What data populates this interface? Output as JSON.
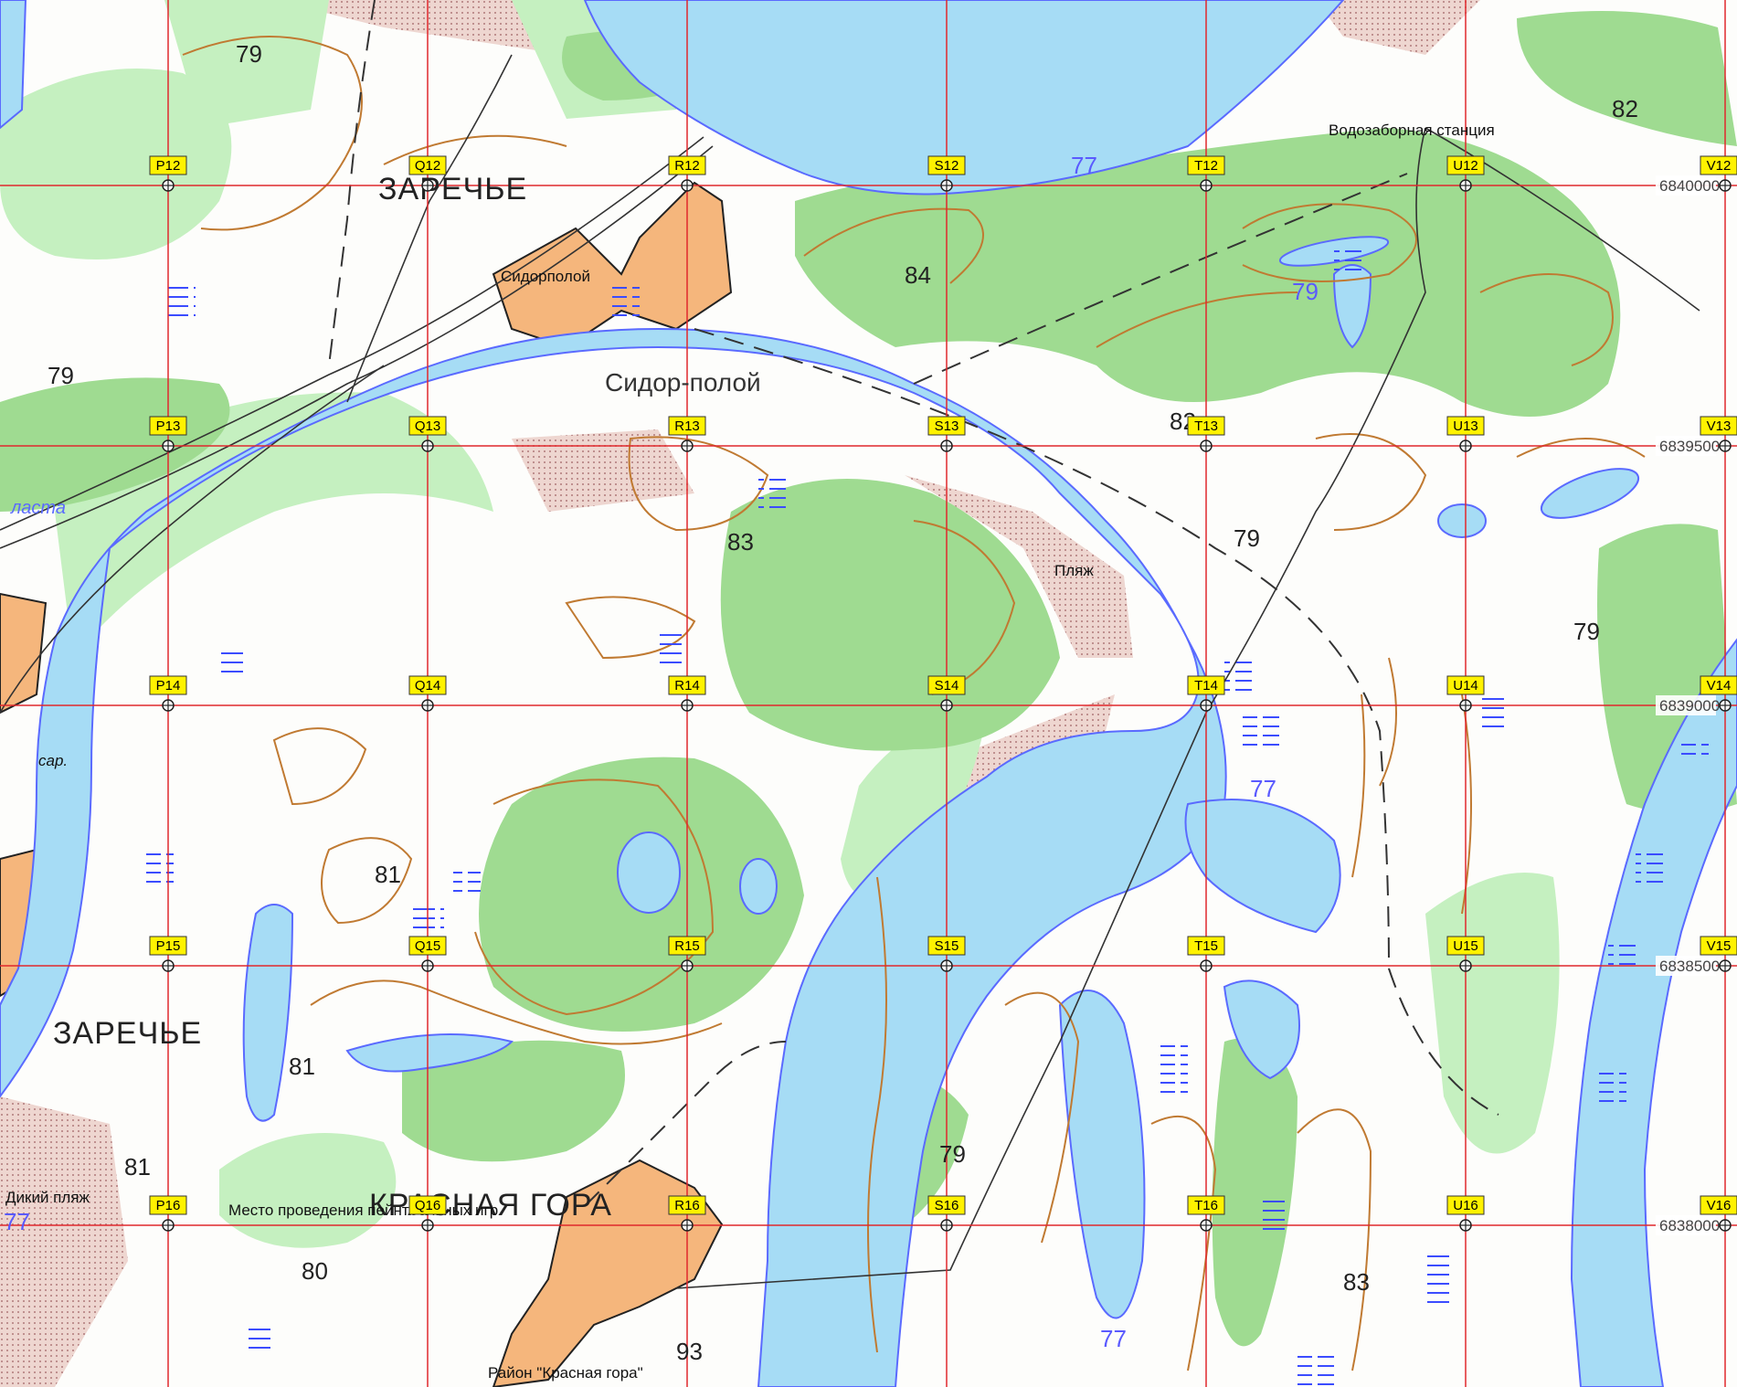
{
  "colors": {
    "water": "#a6dcf5",
    "water_edge": "#5a6aff",
    "forest": "#9fdb91",
    "meadow": "#c5f0c0",
    "sand": "#e8c8c0",
    "settlement": "#f5b67c",
    "contour": "#c07a32",
    "grid": "#e0282d",
    "label_bg": "#fff200"
  },
  "grid": {
    "columns": [
      "P",
      "Q",
      "R",
      "S",
      "T",
      "U",
      "V"
    ],
    "rows": [
      "12",
      "13",
      "14",
      "15",
      "16"
    ],
    "northings": [
      "6840000",
      "6839500",
      "6839000",
      "6838500",
      "6838000"
    ]
  },
  "places": [
    {
      "id": "zarechye-north",
      "text": "ЗАРЕЧЬЕ",
      "kind": "settlement"
    },
    {
      "id": "zarechye-south",
      "text": "ЗАРЕЧЬЕ",
      "kind": "settlement"
    },
    {
      "id": "krasnaya-gora",
      "text": "КРАСНАЯ ГОРА",
      "kind": "settlement"
    }
  ],
  "labels": [
    {
      "id": "sidor-poloy-river",
      "text": "Сидор-полой",
      "kind": "river"
    },
    {
      "id": "sidorpoloy-village",
      "text": "Сидорполой",
      "kind": "poi"
    },
    {
      "id": "vodozabornaya",
      "text": "Водозаборная станция",
      "kind": "poi"
    },
    {
      "id": "beach",
      "text": "Пляж",
      "kind": "poi"
    },
    {
      "id": "wild-beach",
      "text": "Дикий пляж",
      "kind": "poi"
    },
    {
      "id": "paintball",
      "text": "Место проведения пейнтбольных игр",
      "kind": "poi"
    },
    {
      "id": "rayon-krasnaya-gora",
      "text": "Район \"Красная гора\"",
      "kind": "poi"
    },
    {
      "id": "protoka",
      "text": "ласта",
      "kind": "river"
    },
    {
      "id": "sar",
      "text": "сар.",
      "kind": "poi"
    }
  ],
  "elevations": [
    {
      "id": "e1",
      "text": "79"
    },
    {
      "id": "e2",
      "text": "79"
    },
    {
      "id": "e3",
      "text": "84"
    },
    {
      "id": "e4",
      "text": "82"
    },
    {
      "id": "e5",
      "text": "83"
    },
    {
      "id": "e6",
      "text": "79"
    },
    {
      "id": "e7",
      "text": "79"
    },
    {
      "id": "e8",
      "text": "81"
    },
    {
      "id": "e9",
      "text": "81"
    },
    {
      "id": "e10",
      "text": "81"
    },
    {
      "id": "e11",
      "text": "80"
    },
    {
      "id": "e12",
      "text": "79"
    },
    {
      "id": "e13",
      "text": "93"
    },
    {
      "id": "e14",
      "text": "83"
    },
    {
      "id": "e15",
      "text": "82"
    }
  ],
  "water_levels": [
    {
      "id": "w1",
      "text": "77"
    },
    {
      "id": "w2",
      "text": "79"
    },
    {
      "id": "w3",
      "text": "77"
    },
    {
      "id": "w4",
      "text": "77"
    },
    {
      "id": "w5",
      "text": "77"
    }
  ]
}
